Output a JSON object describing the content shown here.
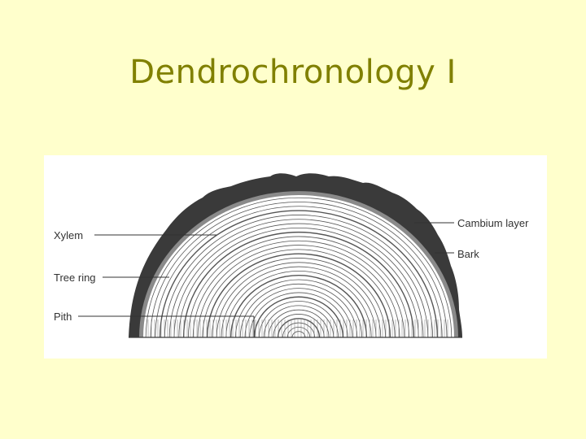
{
  "slide": {
    "title": "Dendrochronology I"
  },
  "diagram": {
    "labels": {
      "xylem": "Xylem",
      "tree_ring": "Tree ring",
      "pith": "Pith",
      "cambium_layer": "Cambium layer",
      "bark": "Bark"
    },
    "colors": {
      "background": "#ffffcc",
      "title": "#808000",
      "bark": "#3a3a3a",
      "cambium": "#8a8a8a",
      "rings": "#555555"
    }
  }
}
